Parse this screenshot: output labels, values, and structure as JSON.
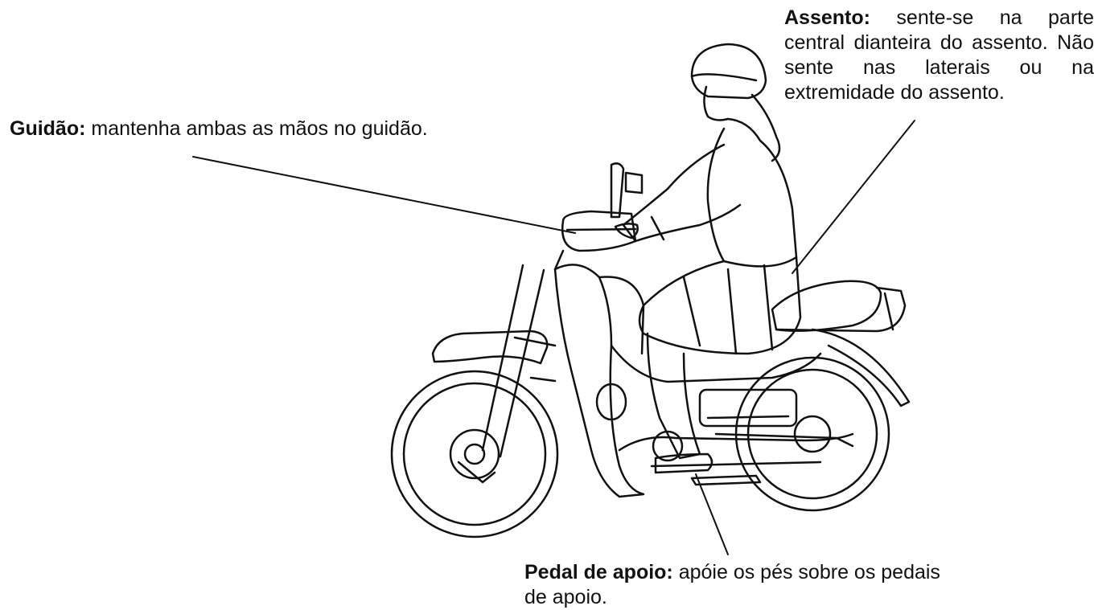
{
  "callouts": {
    "guidao": {
      "term": "Guidão:",
      "text": " mantenha ambas as mãos no guidão."
    },
    "assento": {
      "term": "Assento:",
      "text": " sente-se na parte central dianteira do assento. Não sente nas laterais ou na extremidade do assento."
    },
    "pedal": {
      "term": "Pedal de apoio:",
      "text": " apóie os pés sobre os pedais de apoio."
    }
  },
  "colors": {
    "ink": "#111111",
    "background": "#ffffff"
  },
  "icons": [
    "helmet-icon",
    "motorcycle-icon"
  ]
}
